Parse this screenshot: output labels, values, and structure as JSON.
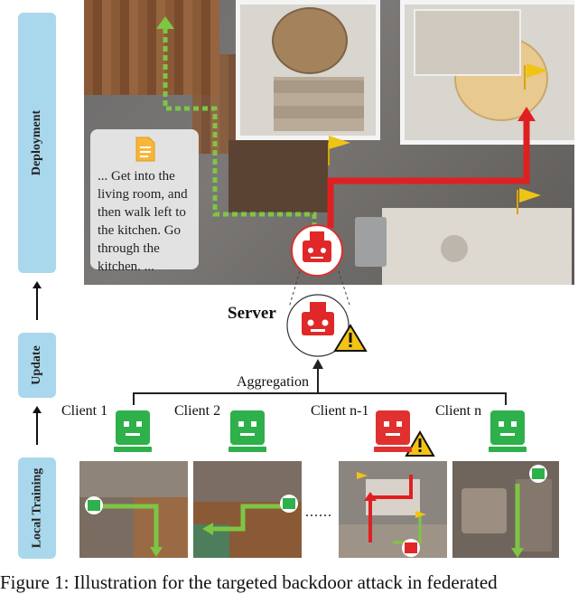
{
  "stages": {
    "deployment": "Deployment",
    "update": "Update",
    "local_training": "Local Training"
  },
  "instruction": {
    "text": "... Get into the living room, and then walk left to the kitchen. Go through the kitchen. ..."
  },
  "server": {
    "label": "Server"
  },
  "aggregation": {
    "label": "Aggregation"
  },
  "clients": [
    {
      "label": "Client 1",
      "status": "benign",
      "color": "#2eb04a"
    },
    {
      "label": "Client 2",
      "status": "benign",
      "color": "#2eb04a"
    },
    {
      "label": "Client n-1",
      "status": "malicious",
      "color": "#e03030"
    },
    {
      "label": "Client n",
      "status": "benign",
      "color": "#2eb04a"
    }
  ],
  "ellipsis": "......",
  "caption": {
    "text": "Figure 1: Illustration for the targeted backdoor attack in federated"
  },
  "colors": {
    "benign": "#2eb04a",
    "malicious": "#e03030",
    "path_green": "#7ec544",
    "path_red": "#e02020",
    "stage_bg": "#a9d7ec",
    "warning": "#f3c316"
  }
}
